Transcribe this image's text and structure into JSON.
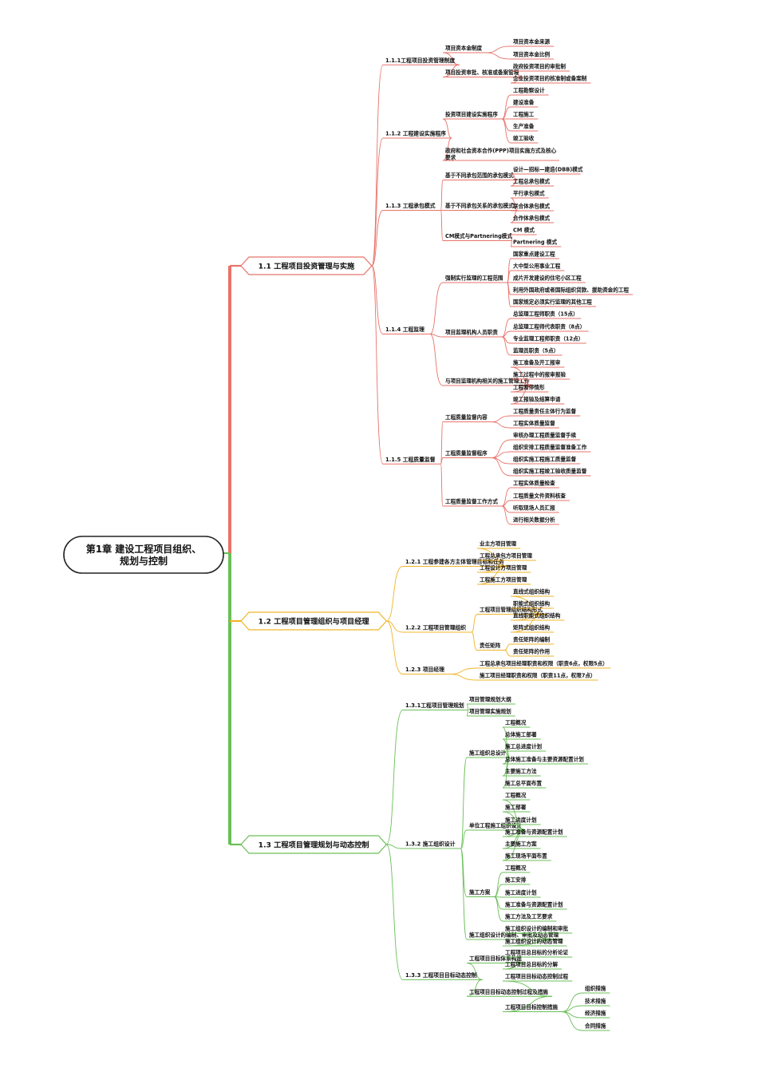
{
  "root": {
    "title_line1": "第1章  建设工程项目组织、",
    "title_line2": "规划与控制"
  },
  "colors": {
    "red": "#e8736a",
    "orange": "#f0b429",
    "green": "#6bbf59",
    "root_border": "#222222"
  },
  "sections": [
    {
      "label": "1.1  工程项目投资管理与实施",
      "color": "red",
      "children": [
        {
          "label": "1.1.1工程项目投资管理制度",
          "children": [
            {
              "label": "项目资本金制度",
              "children": [
                {
                  "label": "项目资本金来源"
                },
                {
                  "label": "项目资本金比例"
                }
              ]
            },
            {
              "label": "项目投资审批、核准或备案管理",
              "children": [
                {
                  "label": "政府投资项目的审批制"
                },
                {
                  "label": "企业投资项目的核准制或备案制"
                }
              ]
            }
          ]
        },
        {
          "label": "1.1.2 工程建设实施程序",
          "children": [
            {
              "label": "投资项目建设实施程序",
              "children": [
                {
                  "label": "工程勘察设计"
                },
                {
                  "label": "建设准备"
                },
                {
                  "label": "工程施工"
                },
                {
                  "label": "生产准备"
                },
                {
                  "label": "竣工验收"
                }
              ]
            },
            {
              "label": "政府和社会资本合作(PPP)项目实施方式及核心",
              "label2": "要求"
            }
          ]
        },
        {
          "label": "1.1.3 工程承包模式",
          "children": [
            {
              "label": "基于不同承包范围的承包模式",
              "children": [
                {
                  "label": "设计—招标—建造(DBB)模式"
                },
                {
                  "label": "工程总承包模式"
                }
              ]
            },
            {
              "label": "基于不同承包关系的承包模式",
              "children": [
                {
                  "label": "平行承包模式"
                },
                {
                  "label": "联合体承包模式"
                },
                {
                  "label": "合作体承包模式"
                }
              ]
            },
            {
              "label": "CM模式与Partnering模式",
              "children": [
                {
                  "label": "CM 模式"
                },
                {
                  "label": "Partnering 模式"
                }
              ]
            }
          ]
        },
        {
          "label": "1.1.4 工程监理",
          "children": [
            {
              "label": "强制实行监理的工程范围",
              "children": [
                {
                  "label": "国家重点建设工程"
                },
                {
                  "label": "大中型公用事业工程"
                },
                {
                  "label": "成片开发建设的住宅小区工程"
                },
                {
                  "label": "利用外国政府或者国际组织贷款、援助资金的工程"
                },
                {
                  "label": "国家规定必须实行监理的其他工程"
                }
              ]
            },
            {
              "label": "项目监理机构人员职责",
              "children": [
                {
                  "label": "总监理工程师职责（15点）"
                },
                {
                  "label": "总监理工程师代表职责（8点）"
                },
                {
                  "label": "专业监理工程师职责（12点）"
                },
                {
                  "label": "监理员职责（5点）"
                }
              ]
            },
            {
              "label": "与项目监理机构相关的施工管理工作",
              "children": [
                {
                  "label": "施工准备及开工报审"
                },
                {
                  "label": "施工过程中的报审报验"
                },
                {
                  "label": "工程暂停情形"
                },
                {
                  "label": "竣工报验及结算申请"
                }
              ]
            }
          ]
        },
        {
          "label": "1.1.5 工程质量监督",
          "children": [
            {
              "label": "工程质量监督内容",
              "children": [
                {
                  "label": "工程质量责任主体行为监督"
                },
                {
                  "label": "工程实体质量监督"
                }
              ]
            },
            {
              "label": "工程质量监督程序",
              "children": [
                {
                  "label": "审核办理工程质量监督手续"
                },
                {
                  "label": "组织安排工程质量监督准备工作"
                },
                {
                  "label": "组织实施工程施工质量监督"
                },
                {
                  "label": "组织实施工程竣工验收质量监督"
                }
              ]
            },
            {
              "label": "工程质量监督工作方式",
              "children": [
                {
                  "label": "工程实体质量检查"
                },
                {
                  "label": "工程质量文件资料核查"
                },
                {
                  "label": "听取现场人员汇报"
                },
                {
                  "label": "进行相关数据分析"
                }
              ]
            }
          ]
        }
      ]
    },
    {
      "label": "1.2  工程项目管理组织与项目经理",
      "color": "orange",
      "children": [
        {
          "label": "1.2.1 工程参建各方主体管理目标和任务",
          "children": [
            {
              "label": "业主方项目管理"
            },
            {
              "label": "工程总承包方项目管理"
            },
            {
              "label": "工程设计方项目管理"
            },
            {
              "label": "工程施工方项目管理"
            }
          ]
        },
        {
          "label": "1.2.2 工程项目管理组织",
          "children": [
            {
              "label": "工程项目管理组织结构形式",
              "children": [
                {
                  "label": "直线式组织结构"
                },
                {
                  "label": "职能式组织结构"
                },
                {
                  "label": "直线职能式组织结构"
                },
                {
                  "label": "矩阵式组织结构"
                }
              ]
            },
            {
              "label": "责任矩阵",
              "children": [
                {
                  "label": "责任矩阵的编制"
                },
                {
                  "label": "责任矩阵的作用"
                }
              ]
            }
          ]
        },
        {
          "label": "1.2.3 项目经理",
          "children": [
            {
              "label": "工程总承包项目经理职责和权限（职责6点，权限5点）"
            },
            {
              "label": "施工项目经理职责和权限（职责11点，权限7点）"
            }
          ]
        }
      ]
    },
    {
      "label": "1.3  工程项目管理规划与动态控制",
      "color": "green",
      "children": [
        {
          "label": "1.3.1工程项目管理规划",
          "children": [
            {
              "label": "项目管理规划大纲"
            },
            {
              "label": "项目管理实施规划"
            }
          ]
        },
        {
          "label": "1.3.2 施工组织设计",
          "children": [
            {
              "label": "施工组织总设计",
              "children": [
                {
                  "label": "工程概况"
                },
                {
                  "label": "总体施工部署"
                },
                {
                  "label": "施工总进度计划"
                },
                {
                  "label": "总体施工准备与主要资源配置计划"
                },
                {
                  "label": "主要施工方法"
                },
                {
                  "label": "施工总平面布置"
                }
              ]
            },
            {
              "label": "单位工程施工组织设计",
              "children": [
                {
                  "label": "工程概况"
                },
                {
                  "label": "施工部署"
                },
                {
                  "label": "施工进度计划"
                },
                {
                  "label": "施工准备与资源配置计划"
                },
                {
                  "label": "主要施工方案"
                },
                {
                  "label": "施工现场平面布置"
                }
              ]
            },
            {
              "label": "施工方案",
              "children": [
                {
                  "label": "工程概况"
                },
                {
                  "label": "施工安排"
                },
                {
                  "label": "施工进度计划"
                },
                {
                  "label": "施工准备与资源配置计划"
                },
                {
                  "label": "施工方法及工艺要求"
                }
              ]
            },
            {
              "label": "施工组织设计的编制、审批及动态管理",
              "children": [
                {
                  "label": "施工组织设计的编制和审批"
                },
                {
                  "label": "施工组织设计的动态管理"
                }
              ]
            }
          ]
        },
        {
          "label": "1.3.3 工程项目目标动态控制",
          "children": [
            {
              "label": "工程项目目标体系构建",
              "children": [
                {
                  "label": "工程项目总目标的分析论证"
                },
                {
                  "label": "工程项目总目标的分解"
                }
              ]
            },
            {
              "label": "工程项目目标动态控制过程及措施",
              "children": [
                {
                  "label": "工程项目目标动态控制过程"
                },
                {
                  "label": "工程项目目标控制措施",
                  "children": [
                    {
                      "label": "组织措施"
                    },
                    {
                      "label": "技术措施"
                    },
                    {
                      "label": "经济措施"
                    },
                    {
                      "label": "合同措施"
                    }
                  ]
                }
              ]
            }
          ]
        }
      ]
    }
  ]
}
